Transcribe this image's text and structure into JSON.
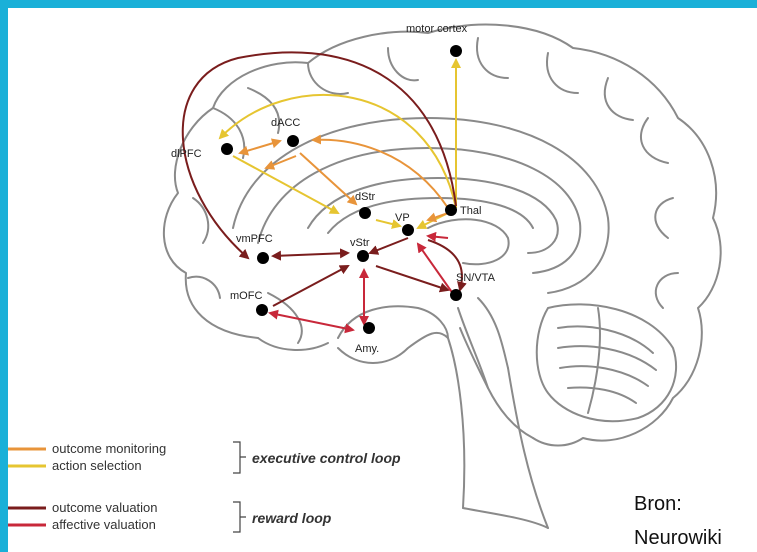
{
  "colors": {
    "outcome_monitoring": "#e8943a",
    "action_selection": "#e6c531",
    "outcome_valuation": "#7a1d1d",
    "affective_valuation": "#c8283a",
    "brain_outline": "#8a8a8a",
    "node": "#000000",
    "frame": "#1ab0d8"
  },
  "nodes": {
    "motor_cortex": "motor cortex",
    "dlpfc": "dlPFC",
    "dacc": "dACC",
    "dstr": "dStr",
    "vp": "VP",
    "thal": "Thal",
    "vmpfc": "vmPFC",
    "vstr": "vStr",
    "snvta": "SN/VTA",
    "mofc": "mOFC",
    "amy": "Amy."
  },
  "legend": {
    "executive": {
      "items": [
        "outcome monitoring",
        "action selection"
      ],
      "loop": "executive control loop"
    },
    "reward": {
      "items": [
        "outcome valuation",
        "affective valuation"
      ],
      "loop": "reward loop"
    }
  },
  "source": {
    "line1": "Bron:",
    "line2": "Neurowiki"
  }
}
